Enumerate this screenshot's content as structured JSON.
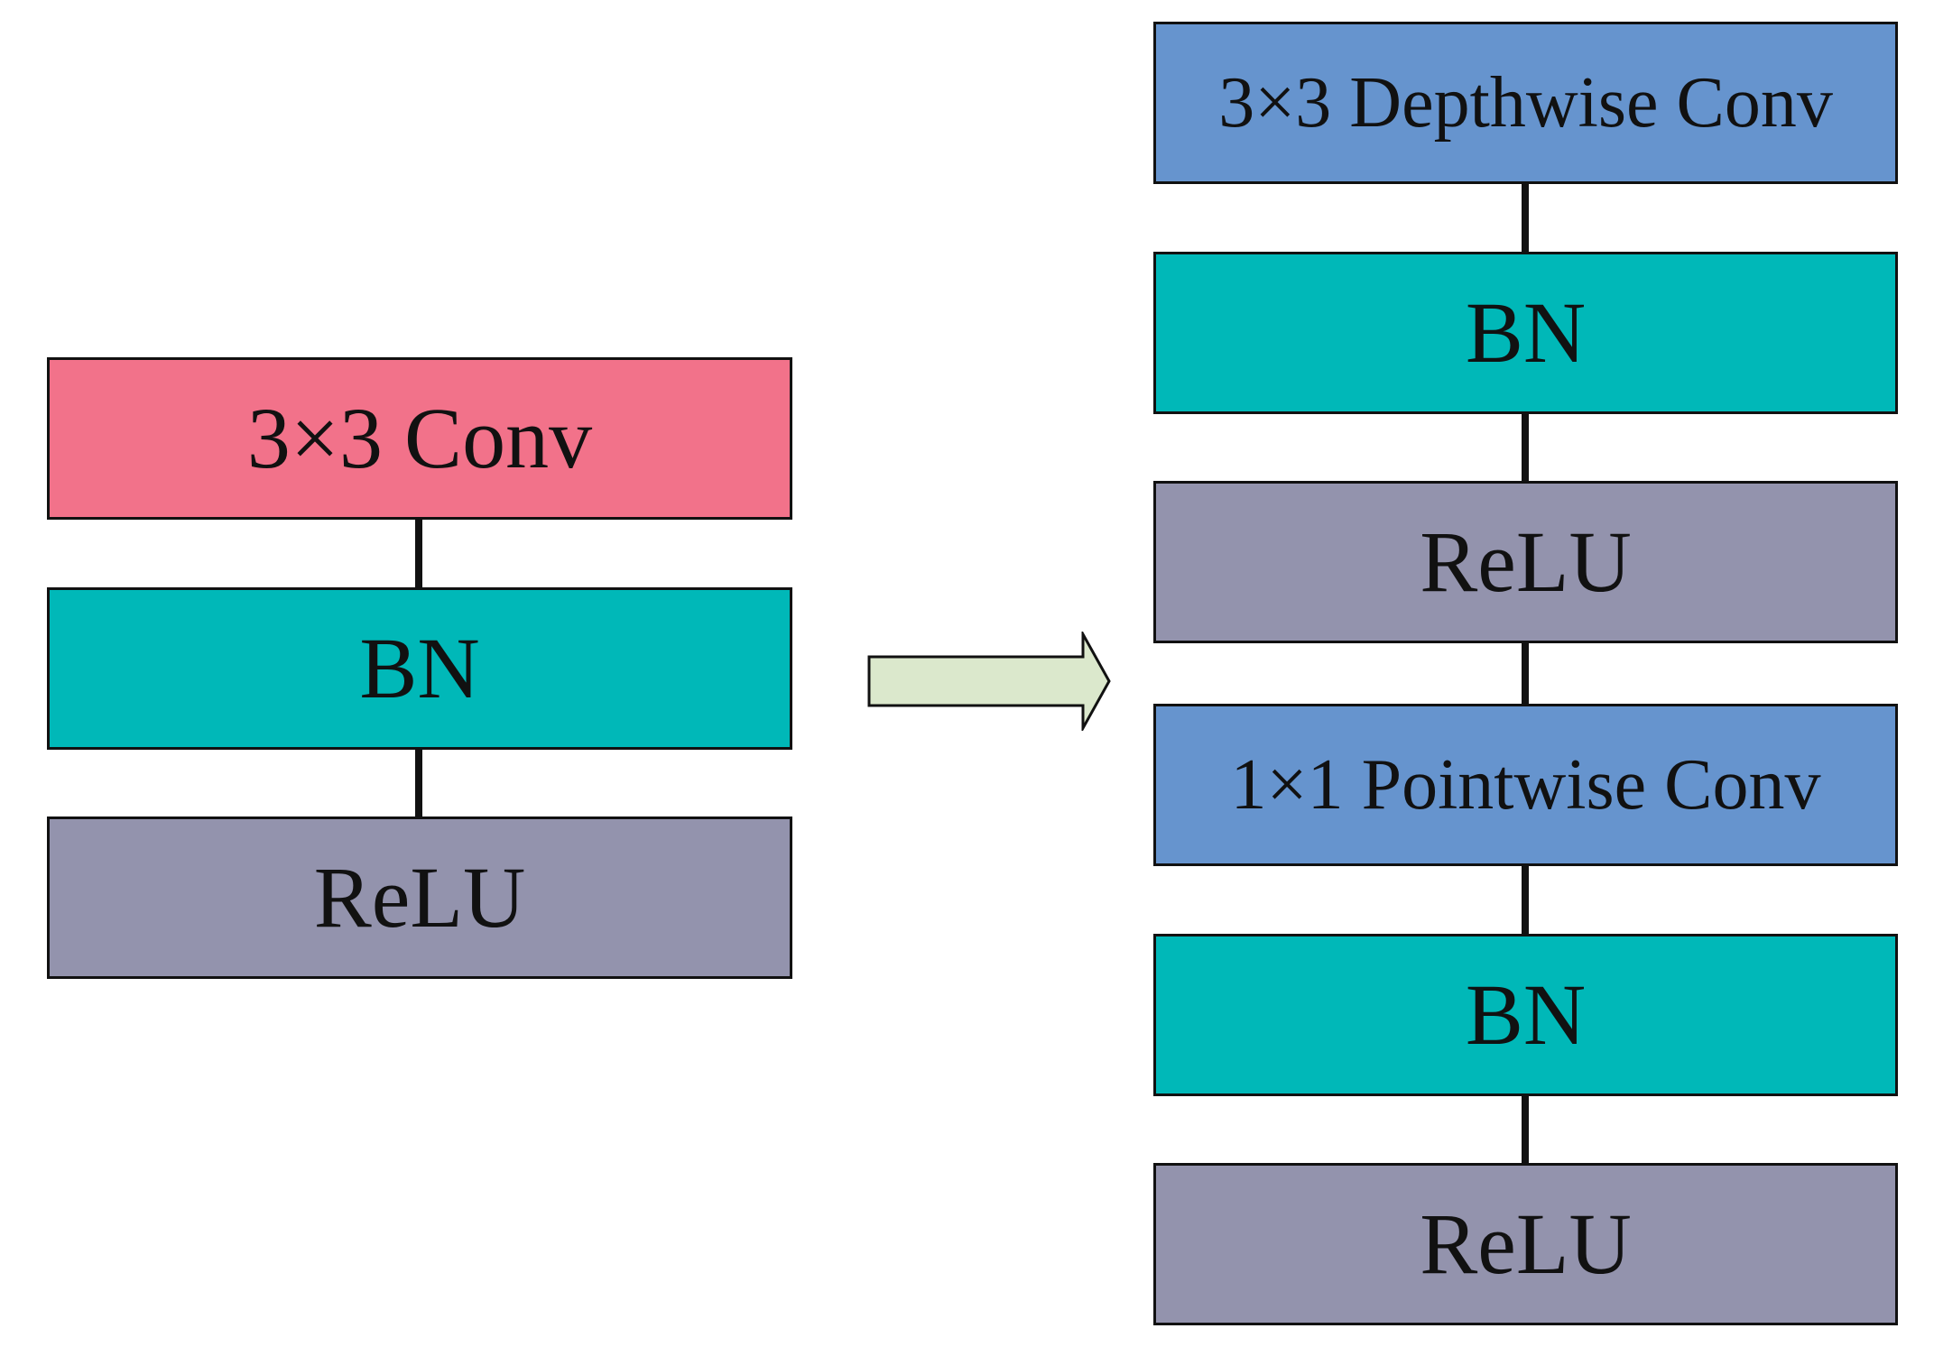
{
  "colors": {
    "conv": "#f2728a",
    "depthwise": "#6694ce",
    "bn": "#00b8b8",
    "relu": "#9393ad",
    "arrow_fill": "#dbe8cc",
    "outline": "#111111"
  },
  "left_stack": {
    "conv_label": "3×3 Conv",
    "bn_label": "BN",
    "relu_label": "ReLU"
  },
  "right_stack": {
    "depthwise_label": "3×3 Depthwise Conv",
    "bn1_label": "BN",
    "relu1_label": "ReLU",
    "pointwise_label": "1×1 Pointwise Conv",
    "bn2_label": "BN",
    "relu2_label": "ReLU"
  },
  "arrow": {
    "icon": "right-arrow-icon"
  }
}
